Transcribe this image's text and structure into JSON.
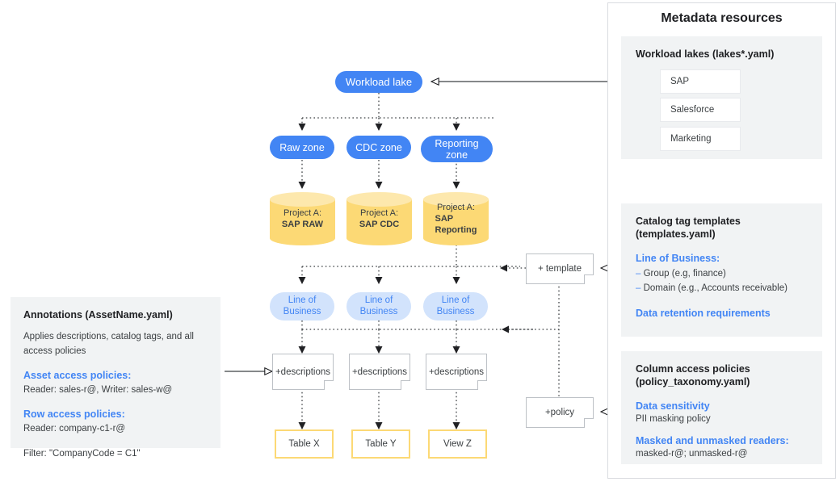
{
  "diagram": {
    "workload_lake": "Workload lake",
    "zones": [
      {
        "label": "Raw zone"
      },
      {
        "label": "CDC zone"
      },
      {
        "label": "Reporting\nzone"
      }
    ],
    "projects": [
      {
        "prefix": "Project A:",
        "name": "SAP RAW"
      },
      {
        "prefix": "Project A:",
        "name": "SAP CDC"
      },
      {
        "prefix": "Project A:",
        "name": "SAP\nReporting"
      }
    ],
    "line_of_business": [
      {
        "line1": "Line of",
        "line2": "Business"
      },
      {
        "line1": "Line of",
        "line2": "Business"
      },
      {
        "line1": "Line of",
        "line2": "Business"
      }
    ],
    "descriptions": [
      {
        "label": "+descriptions"
      },
      {
        "label": "+descriptions"
      },
      {
        "label": "+descriptions"
      }
    ],
    "outputs": [
      {
        "label": "Table X"
      },
      {
        "label": "Table Y"
      },
      {
        "label": "View Z"
      }
    ],
    "template_note": "+ template",
    "policy_note": "+policy"
  },
  "annotations_card": {
    "title": "Annotations (AssetName.yaml)",
    "description": "Applies descriptions, catalog tags, and all access policies",
    "asset_access_heading": "Asset access policies:",
    "asset_access_value": "Reader: sales-r@, Writer: sales-w@",
    "row_access_heading": "Row access policies:",
    "row_access_value": "Reader: company-c1-r@",
    "filter_value": "Filter: \"CompanyCode = C1\""
  },
  "metadata_panel": {
    "title": "Metadata resources",
    "workload_lakes": {
      "title": "Workload lakes (lakes*.yaml)",
      "items": [
        "SAP",
        "Salesforce",
        "Marketing"
      ]
    },
    "catalog_templates": {
      "title_line1": "Catalog tag templates",
      "title_line2": "(templates.yaml)",
      "lob_heading": "Line of Business:",
      "lob_items": [
        "Group (e.g, finance)",
        "Domain (e.g., Accounts receivable)"
      ],
      "retention_heading": "Data retention requirements"
    },
    "column_access": {
      "title_line1": "Column access policies",
      "title_line2": "(policy_taxonomy.yaml)",
      "sensitivity_heading": "Data sensitivity",
      "sensitivity_value": "PII masking policy",
      "readers_heading": "Masked and unmasked readers:",
      "readers_value": "masked-r@; unmasked-r@"
    }
  },
  "colors": {
    "blue": "#4285f4",
    "light_blue": "#d2e3fc",
    "yellow": "#fcd975",
    "card_gray": "#f1f3f4",
    "border_gray": "#bdc1c6",
    "text_dark": "#3c4043"
  }
}
